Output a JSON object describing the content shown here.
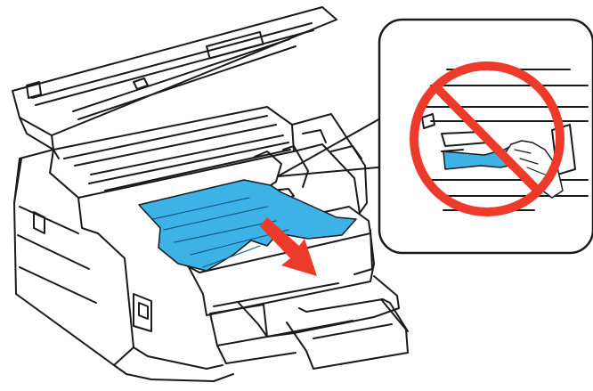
{
  "figure": {
    "kind": "instructional-illustration",
    "subject": "printer-paper-jam-removal",
    "callout": "do-not-touch-internal-cable",
    "prohibition_symbol": "no-symbol-icon"
  },
  "colors": {
    "line": "#1a1a1a",
    "paper_jam": "#3cb2e6",
    "arrow": "#ee3a2b",
    "prohibit": "#ee3a2b",
    "background": "#ffffff"
  },
  "icons": [
    "printer-illustration",
    "jammed-paper",
    "pull-direction-arrow",
    "callout-bubble",
    "no-symbol-icon",
    "hand-icon",
    "cable-icon"
  ]
}
